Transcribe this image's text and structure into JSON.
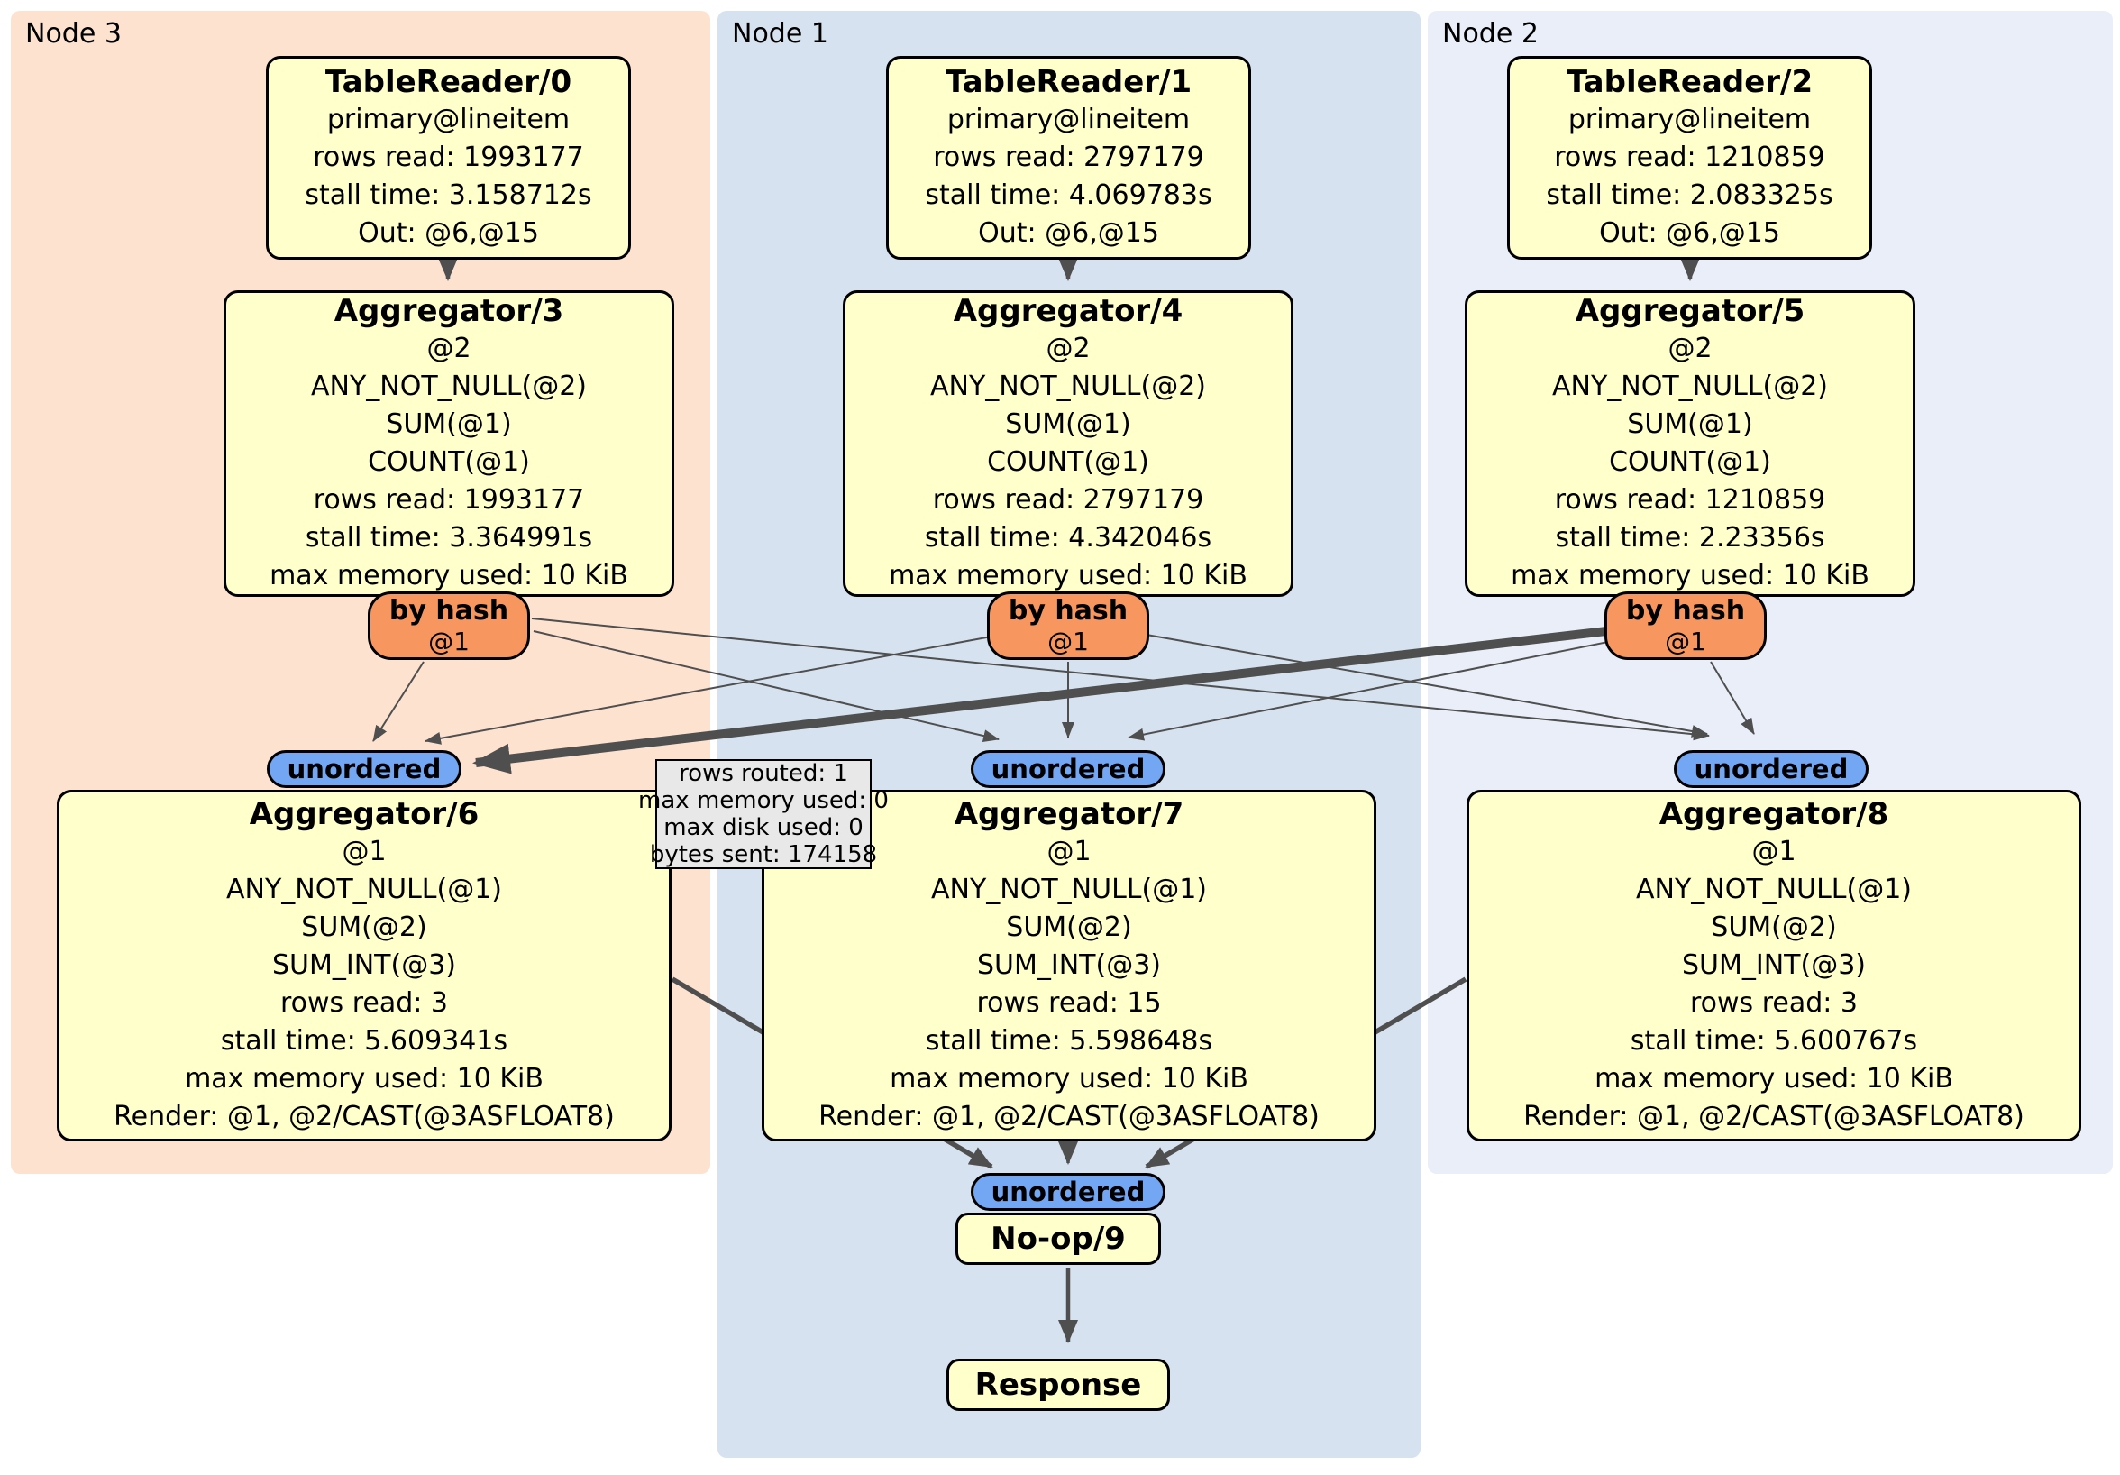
{
  "panels": [
    {
      "label": "Node 3"
    },
    {
      "label": "Node 1"
    },
    {
      "label": "Node 2"
    }
  ],
  "processors": {
    "tr0": {
      "title": "TableReader/0",
      "lines": [
        "primary@lineitem",
        "rows read: 1993177",
        "stall time: 3.158712s",
        "Out: @6,@15"
      ]
    },
    "tr1": {
      "title": "TableReader/1",
      "lines": [
        "primary@lineitem",
        "rows read: 2797179",
        "stall time: 4.069783s",
        "Out: @6,@15"
      ]
    },
    "tr2": {
      "title": "TableReader/2",
      "lines": [
        "primary@lineitem",
        "rows read: 1210859",
        "stall time: 2.083325s",
        "Out: @6,@15"
      ]
    },
    "agg3": {
      "title": "Aggregator/3",
      "lines": [
        "@2",
        "ANY_NOT_NULL(@2)",
        "SUM(@1)",
        "COUNT(@1)",
        "rows read: 1993177",
        "stall time: 3.364991s",
        "max memory used: 10 KiB"
      ]
    },
    "agg4": {
      "title": "Aggregator/4",
      "lines": [
        "@2",
        "ANY_NOT_NULL(@2)",
        "SUM(@1)",
        "COUNT(@1)",
        "rows read: 2797179",
        "stall time: 4.342046s",
        "max memory used: 10 KiB"
      ]
    },
    "agg5": {
      "title": "Aggregator/5",
      "lines": [
        "@2",
        "ANY_NOT_NULL(@2)",
        "SUM(@1)",
        "COUNT(@1)",
        "rows read: 1210859",
        "stall time: 2.23356s",
        "max memory used: 10 KiB"
      ]
    },
    "agg6": {
      "title": "Aggregator/6",
      "lines": [
        "@1",
        "ANY_NOT_NULL(@1)",
        "SUM(@2)",
        "SUM_INT(@3)",
        "rows read: 3",
        "stall time: 5.609341s",
        "max memory used: 10 KiB",
        "Render: @1, @2/CAST(@3ASFLOAT8)"
      ]
    },
    "agg7": {
      "title": "Aggregator/7",
      "lines": [
        "@1",
        "ANY_NOT_NULL(@1)",
        "SUM(@2)",
        "SUM_INT(@3)",
        "rows read: 15",
        "stall time: 5.598648s",
        "max memory used: 10 KiB",
        "Render: @1, @2/CAST(@3ASFLOAT8)"
      ]
    },
    "agg8": {
      "title": "Aggregator/8",
      "lines": [
        "@1",
        "ANY_NOT_NULL(@1)",
        "SUM(@2)",
        "SUM_INT(@3)",
        "rows read: 3",
        "stall time: 5.600767s",
        "max memory used: 10 KiB",
        "Render: @1, @2/CAST(@3ASFLOAT8)"
      ]
    },
    "noop": {
      "title": "No-op/9"
    },
    "response": {
      "title": "Response"
    }
  },
  "router": {
    "label": "by hash",
    "detail": "@1"
  },
  "sync": {
    "label": "unordered"
  },
  "edge_tooltip": {
    "lines": [
      "rows routed: 1",
      "max memory used: 0",
      "max disk used: 0",
      "bytes sent: 174158"
    ]
  },
  "colors": {
    "node3_panel": "#fde2d0",
    "node1_panel": "#d6e2ef",
    "node2_panel": "#e9eef8",
    "processor_fill": "#ffffcc",
    "router_fill": "#f7975f",
    "sync_fill": "#74a7f3",
    "tooltip_fill": "#e8e8e8",
    "edge": "#4f4f4f"
  }
}
